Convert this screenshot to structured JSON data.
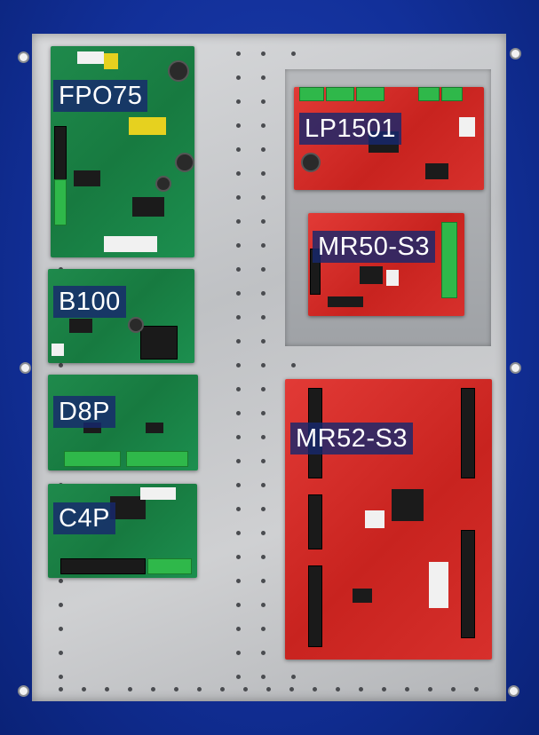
{
  "modules": {
    "fpo75": {
      "label": "FPO75"
    },
    "b100": {
      "label": "B100"
    },
    "d8p": {
      "label": "D8P"
    },
    "c4p": {
      "label": "C4P"
    },
    "lp1501": {
      "label": "LP1501"
    },
    "mr50": {
      "label": "MR50-S3"
    },
    "mr52": {
      "label": "MR52-S3"
    }
  },
  "colors": {
    "enclosure": "#12309a",
    "backplate": "#c8c9cb",
    "green_pcb": "#1f8a4c",
    "red_pcb": "#d7302c",
    "label_bg": "#17286e"
  }
}
